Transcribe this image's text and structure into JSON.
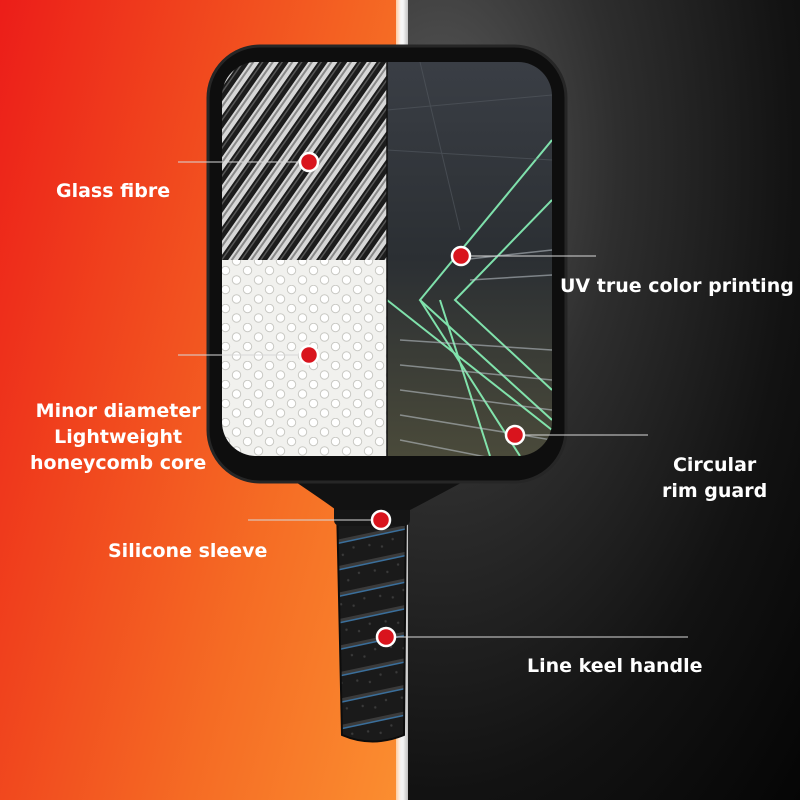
{
  "colors": {
    "left_bg": "#ec1d19",
    "left_bg_end": "#fb8e30",
    "right_bg": "#0a0a0a",
    "marker": "#d9141d",
    "label_text": "#ffffff",
    "glow_line": "#8dffc0"
  },
  "callouts": {
    "glass_fibre": "Glass fibre",
    "honeycomb": [
      "Minor diameter",
      "Lightweight",
      "honeycomb core"
    ],
    "silicone": "Silicone sleeve",
    "uv_print": "UV true color printing",
    "rim_guard": [
      "Circular",
      "rim guard"
    ],
    "handle": "Line keel handle"
  }
}
